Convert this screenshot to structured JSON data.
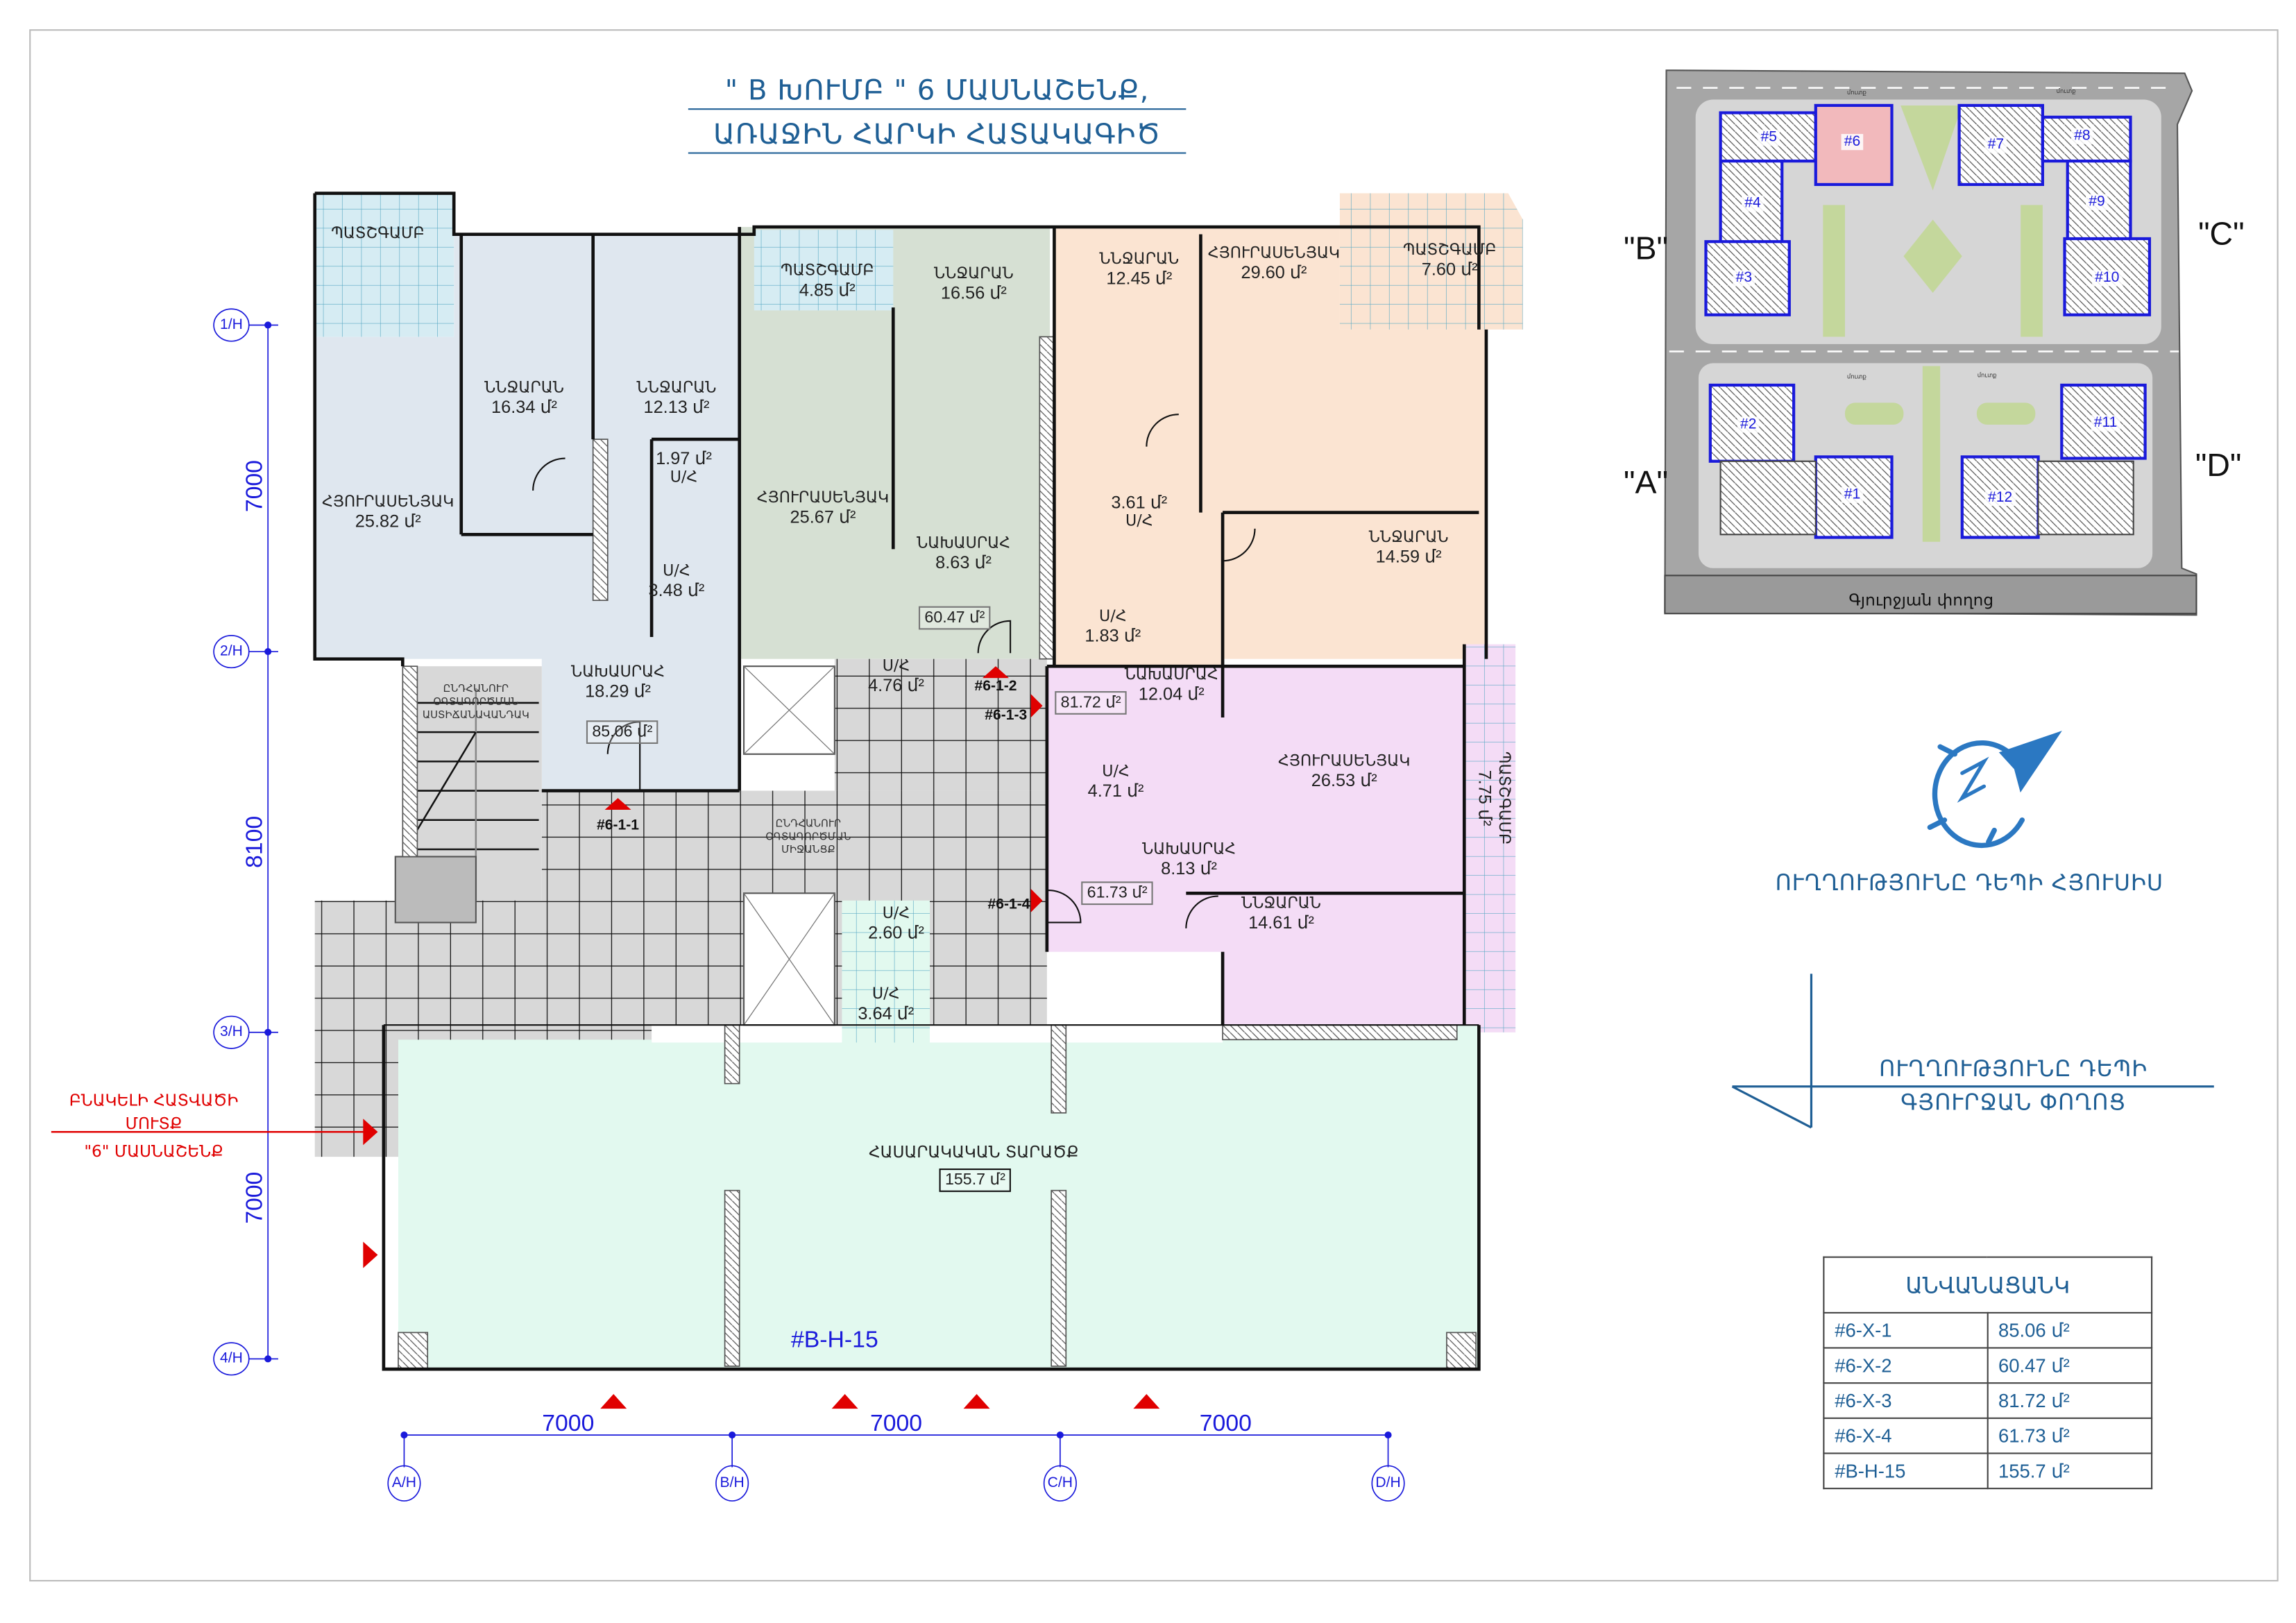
{
  "title": {
    "line1": "\" B ԽՈՒՄԲ \" 6 ՄԱՍՆԱՇԵՆՔ,",
    "line2": "ԱՌԱՋԻՆ  ՀԱՐԿԻ ՀԱՏԱԿԱԳԻԾ"
  },
  "rooms": [
    {
      "name": "ՊԱՏՇԳԱՄԲ",
      "area": ""
    },
    {
      "name": "ՆՆՋԱՐԱՆ",
      "area": "16.34 մ²"
    },
    {
      "name": "ՆՆՋԱՐԱՆ",
      "area": "12.13 մ²"
    },
    {
      "name": "Ս/Հ",
      "area": "1.97 մ²"
    },
    {
      "name": "ՀՅՈՒՐԱՍԵՆՅԱԿ",
      "area": "25.82 մ²"
    },
    {
      "name": "Ս/Հ",
      "area": "3.48 մ²"
    },
    {
      "name": "ՆԱԽԱՍՐԱՀ",
      "area": "18.29 մ²"
    },
    {
      "name": "ՊԱՏՇԳԱՄԲ",
      "area": "4.85 մ²"
    },
    {
      "name": "ՆՆՋԱՐԱՆ",
      "area": "16.56 մ²"
    },
    {
      "name": "ՀՅՈՒՐԱՍԵՆՅԱԿ",
      "area": "25.67 մ²"
    },
    {
      "name": "ՆԱԽԱՍՐԱՀ",
      "area": "8.63 մ²"
    },
    {
      "name": "Ս/Հ",
      "area": "4.76 մ²"
    },
    {
      "name": "ՆՆՋԱՐԱՆ",
      "area": "12.45 մ²"
    },
    {
      "name": "ՀՅՈՒՐԱՍԵՆՅԱԿ",
      "area": "29.60 մ²"
    },
    {
      "name": "ՊԱՏՇԳԱՄԲ",
      "area": "7.60 մ²"
    },
    {
      "name": "Ս/Հ",
      "area": "3.61 մ²"
    },
    {
      "name": "ՆՆՋԱՐԱՆ",
      "area": "14.59 մ²"
    },
    {
      "name": "Ս/Հ",
      "area": "1.83 մ²"
    },
    {
      "name": "ՆԱԽԱՍՐԱՀ",
      "area": "12.04 մ²"
    },
    {
      "name": "Ս/Հ",
      "area": "4.71 մ²"
    },
    {
      "name": "ՀՅՈՒՐԱՍԵՆՅԱԿ",
      "area": "26.53 մ²"
    },
    {
      "name": "ՊԱՏՇԳԱՄԲ",
      "area": "7.75 մ²"
    },
    {
      "name": "ՆԱԽԱՍՐԱՀ",
      "area": "8.13 մ²"
    },
    {
      "name": "ՆՆՋԱՐԱՆ",
      "area": "14.61 մ²"
    },
    {
      "name": "Ս/Հ",
      "area": "2.60 մ²"
    },
    {
      "name": "Ս/Հ",
      "area": "3.64 մ²"
    }
  ],
  "unit_totals": [
    "85.06 մ²",
    "60.47 մ²",
    "81.72 մ²",
    "61.73 մ²"
  ],
  "entry_marks": [
    "#6-1-1",
    "#6-1-2",
    "#6-1-3",
    "#6-1-4"
  ],
  "common": {
    "stair": [
      "ԸՆԴՀԱՆՈՒՐ",
      "ՕԳՏԱԳՈՐԾՄԱՆ",
      "ԱՍՏԻՃԱՆԱՎԱՆԴԱԿ"
    ],
    "corridor": [
      "ԸՆԴՀԱՆՈՒՐ",
      "ՕԳՏԱԳՈՐԾՄԱՆ",
      "ՄԻՋԱՆՑՔ"
    ]
  },
  "public_space": {
    "name": "ՀԱՍԱՐԱԿԱԿԱՆ ՏԱՐԱԾՔ",
    "area": "155.7 մ²",
    "code": "#B-H-15"
  },
  "entrance": {
    "lines": [
      "ԲՆԱԿԵԼԻ ՀԱՏՎԱԾԻ",
      "ՄՈՒՏՔ",
      "\"6\" ՄԱՍՆԱՇԵՆՔ"
    ]
  },
  "dimensions": {
    "horizontal": [
      "7000",
      "7000",
      "7000"
    ],
    "vertical": [
      "7000",
      "8100",
      "7000"
    ]
  },
  "axes": {
    "rows": [
      "1/H",
      "2/H",
      "3/H",
      "4/H"
    ],
    "cols": [
      "A/H",
      "B/H",
      "C/H",
      "D/H"
    ]
  },
  "site_plan": {
    "buildings": [
      "#1",
      "#2",
      "#3",
      "#4",
      "#5",
      "#6",
      "#7",
      "#8",
      "#9",
      "#10",
      "#11",
      "#12"
    ],
    "highlighted": "#6",
    "zones": [
      "\"A\"",
      "\"B\"",
      "\"C\"",
      "\"D\""
    ],
    "street": "Գյուրջյան փողոց",
    "entrance_label": "մուտք"
  },
  "north": {
    "label": "ՈՒՂՂՈՒԹՅՈՒՆԸ ԴԵՊԻ ՀՅՈՒՍԻՍ"
  },
  "street_direction": {
    "line1": "ՈՒՂՂՈՒԹՅՈՒՆԸ ԴԵՊԻ",
    "line2": "ԳՅՈՒՐՋԱՆ ՓՈՂՈՑ"
  },
  "legend": {
    "title": "ԱՆՎԱՆԱՑԱՆԿ",
    "rows": [
      {
        "code": "#6-X-1",
        "area": "85.06 մ²"
      },
      {
        "code": "#6-X-2",
        "area": "60.47 մ²"
      },
      {
        "code": "#6-X-3",
        "area": "81.72 մ²"
      },
      {
        "code": "#6-X-4",
        "area": "61.73 մ²"
      },
      {
        "code": "#B-H-15",
        "area": "155.7 մ²"
      }
    ]
  },
  "colors": {
    "unit1": "#dfe7ef",
    "unit2": "#d6e0d3",
    "unit3": "#fbe4d2",
    "unit4": "#f4dcf6",
    "public": "#e2f9ef",
    "corridor": "#d8d8d8",
    "accent": "#1f5f95",
    "dimension": "#1a1adb",
    "entry": "#e00000"
  }
}
